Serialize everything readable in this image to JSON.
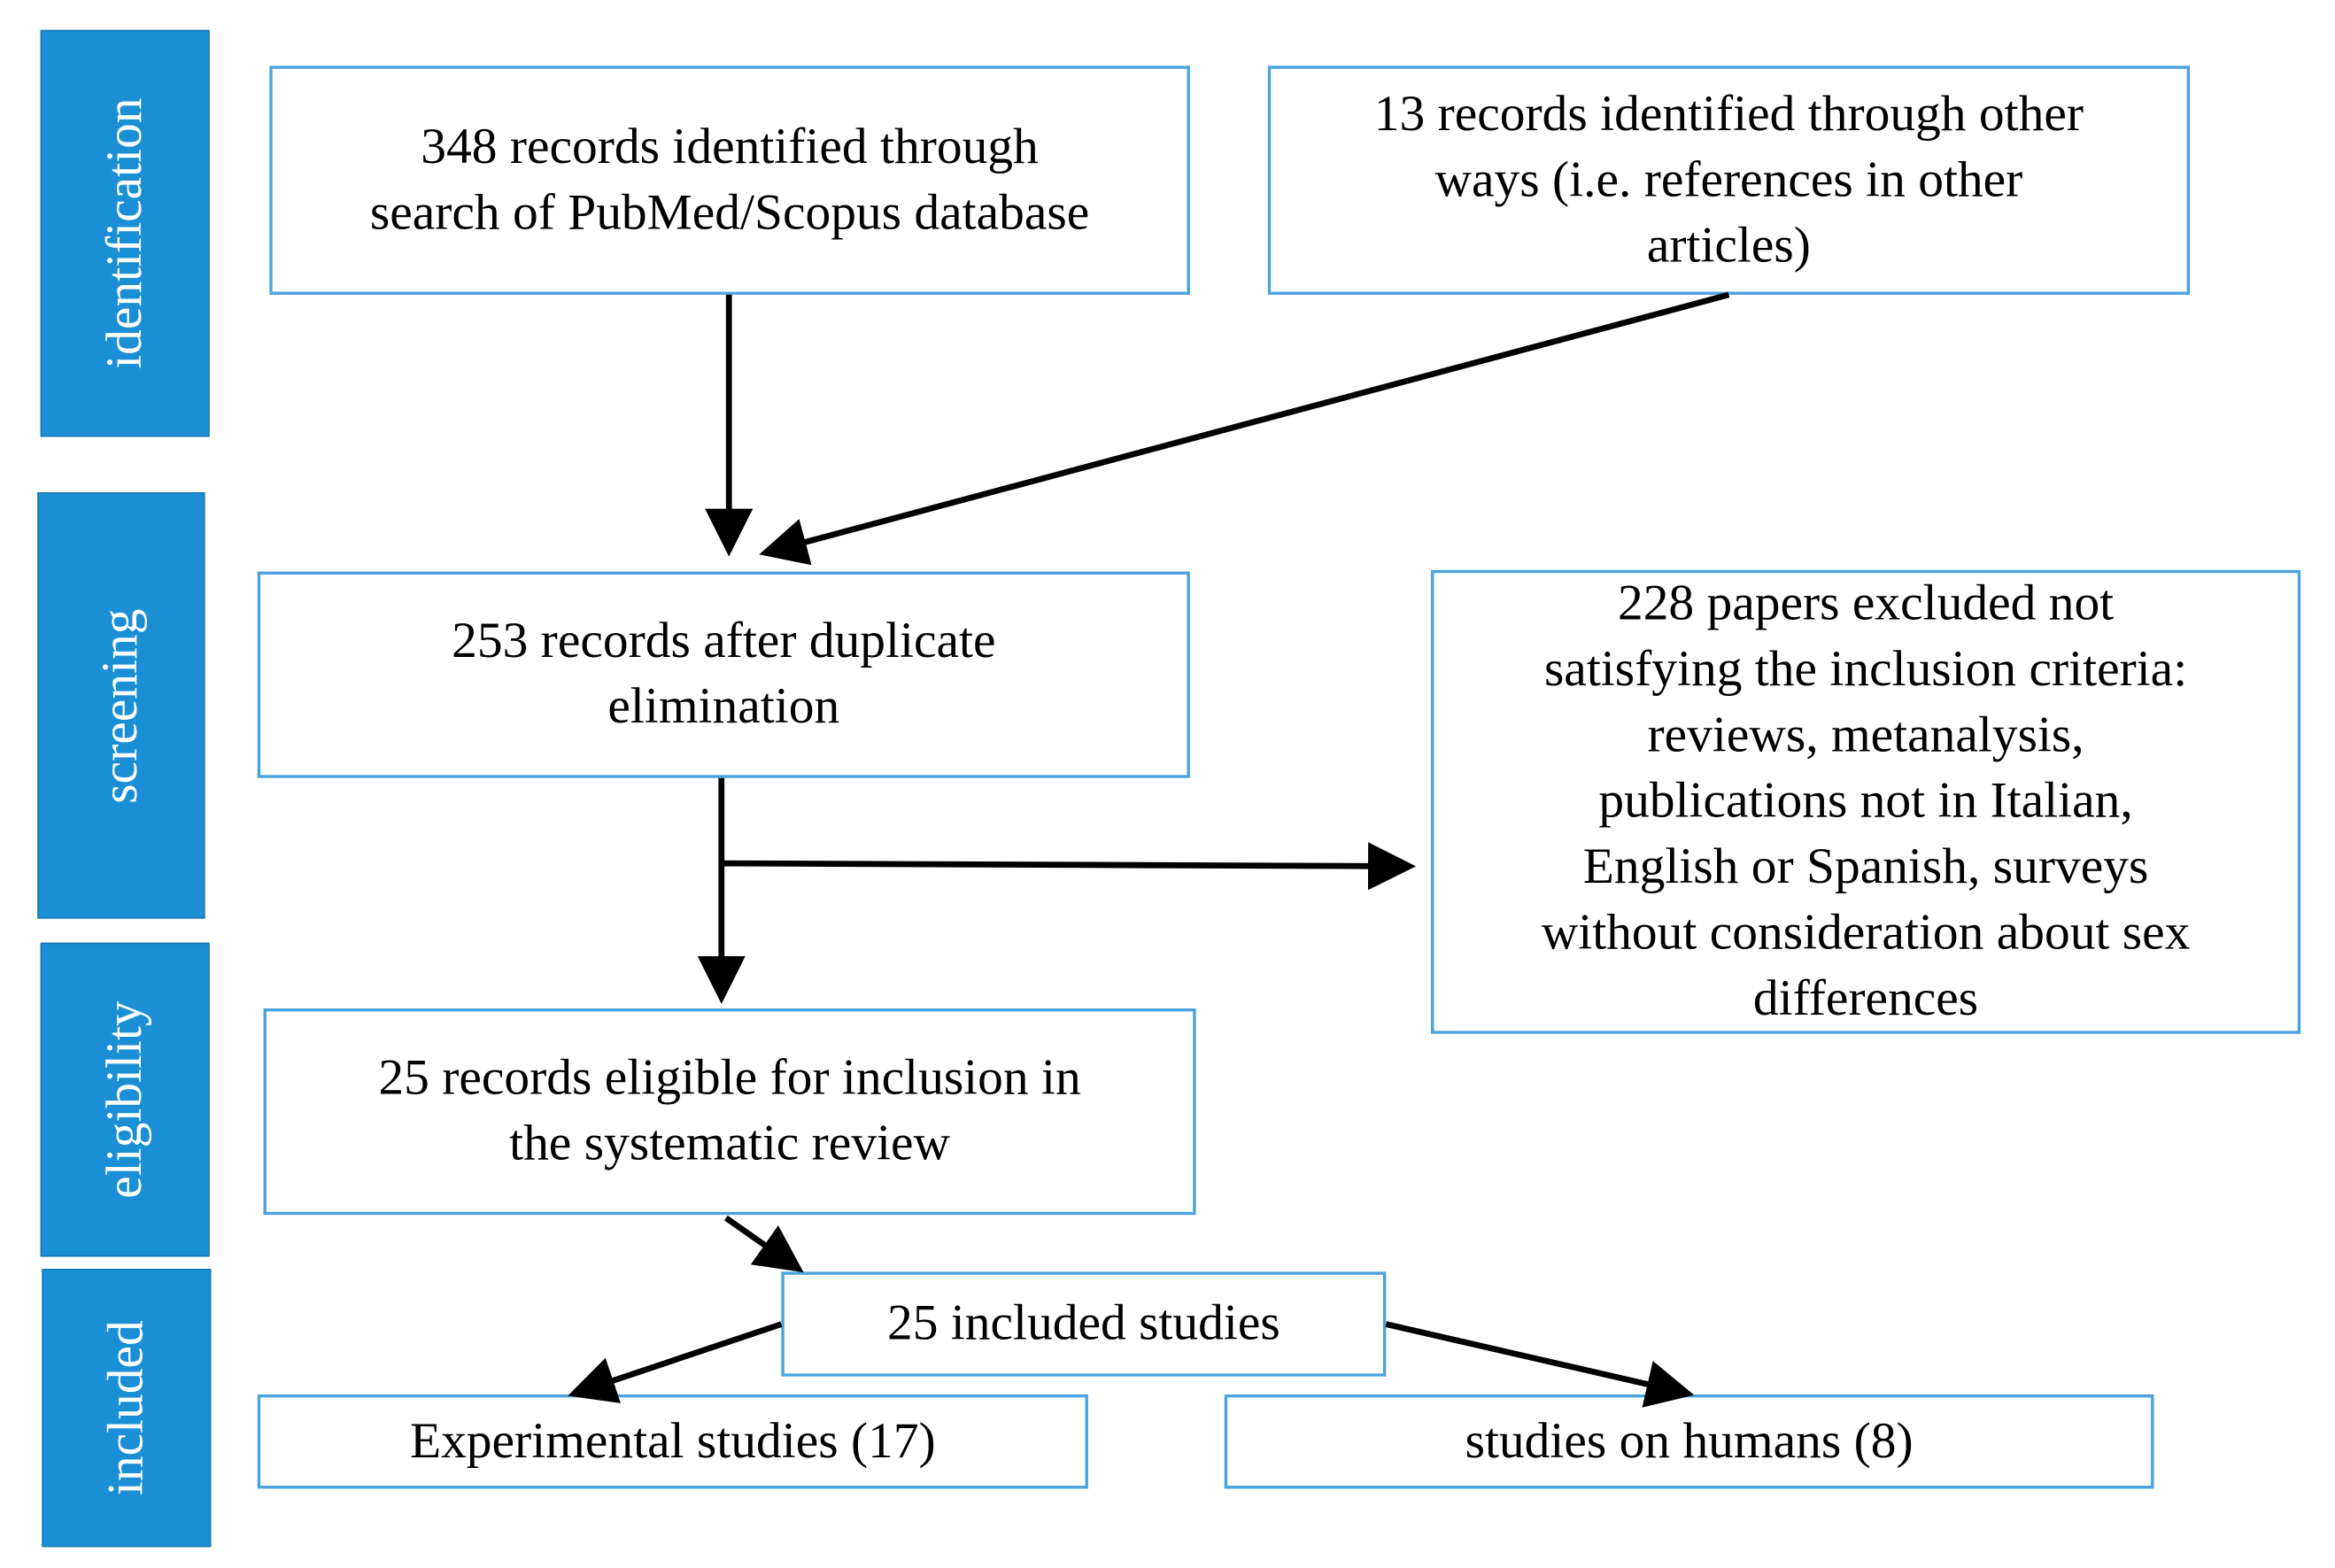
{
  "phases": {
    "identification": "identification",
    "screening": "screening",
    "eligibility": "eligibility",
    "included": "included"
  },
  "boxes": {
    "database_records": "348 records identified through\nsearch of PubMed/Scopus database",
    "other_records": "13 records identified through other\nways (i.e. references in other\narticles)",
    "after_duplicates": "253 records after duplicate\nelimination",
    "excluded": "228 papers excluded not\nsatisfying the inclusion criteria:\nreviews, metanalysis,\npublications not in Italian,\nEnglish or Spanish, surveys\nwithout consideration about sex\ndifferences",
    "eligible": "25 records eligible for inclusion in\nthe systematic review",
    "included_studies": "25 included studies",
    "experimental": "Experimental studies (17)",
    "humans": "studies on humans (8)"
  },
  "colors": {
    "phase_fill": "#1B8FD6",
    "box_border": "#4AA3DF",
    "arrow": "#000000"
  }
}
